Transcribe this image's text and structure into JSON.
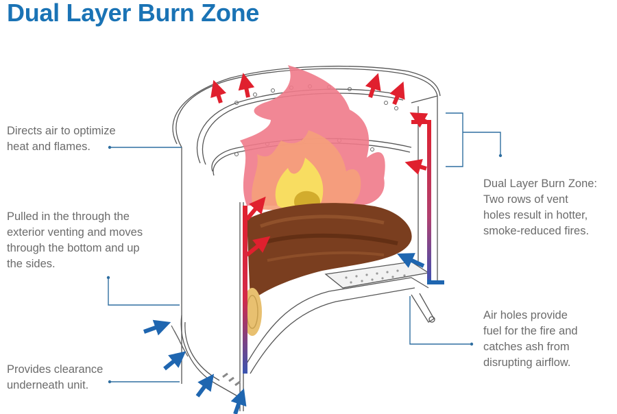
{
  "title": "Dual Layer Burn Zone",
  "colors": {
    "title": "#1a73b5",
    "leader_line": "#2f6ea0",
    "hot_air_arrow": "#e0202e",
    "cold_air_arrow": "#1f66b0",
    "flame_outer": "#f07a8a",
    "flame_mid": "#f5a07a",
    "flame_inner": "#f8e060",
    "wood": "#7a3e1f",
    "label_text": "#6b6b6b"
  },
  "callouts": {
    "rim": {
      "lines": [
        "Directs air to optimize",
        "heat and flames."
      ]
    },
    "exterior_vent": {
      "lines": [
        "Pulled in the through the",
        "exterior venting and moves",
        "through the bottom and up",
        "the sides."
      ]
    },
    "base": {
      "lines": [
        "Provides clearance",
        "underneath unit."
      ]
    },
    "dual_layer": {
      "lines": [
        "Dual Layer Burn Zone:",
        "Two rows of vent",
        "holes result in hotter,",
        "smoke-reduced fires."
      ]
    },
    "air_holes": {
      "lines": [
        "Air holes provide",
        "fuel for the fire and",
        "catches ash from",
        "disrupting airflow."
      ]
    }
  },
  "icons": {
    "hot_air": "red-arrow-icon",
    "cold_air": "blue-arrow-icon",
    "flame": "flame-illustration",
    "logs": "firewood-illustration"
  }
}
